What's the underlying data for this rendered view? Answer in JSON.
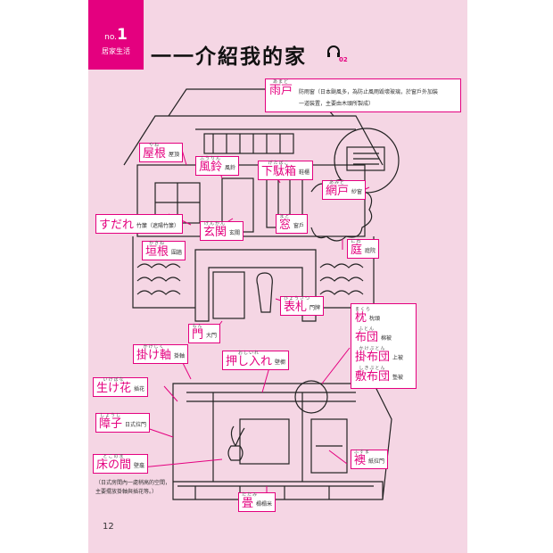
{
  "header": {
    "no_prefix": "no.",
    "no_number": "1",
    "category": "居家生活",
    "title": "一一介紹我的家",
    "audio_track": "02"
  },
  "page_number": "12",
  "labels": {
    "amado": {
      "term": "雨戸",
      "furigana": "あまど",
      "desc_line1": "防雨窗（日本颱風多，為防止風雨毀壞玻璃，於窗戶外加裝",
      "desc_line2": "一道裝置，主要由木頭所製成）"
    },
    "yane": {
      "term": "屋根",
      "furigana": "やね",
      "translation": "屋頂"
    },
    "furin": {
      "term": "風鈴",
      "furigana": "ふうりん",
      "translation": "風鈴"
    },
    "getabako": {
      "term": "下駄箱",
      "furigana": "げたばこ",
      "translation": "鞋櫃"
    },
    "amido": {
      "term": "網戸",
      "furigana": "あみど",
      "translation": "紗窗"
    },
    "sudare": {
      "term": "すだれ",
      "translation": "竹簾（遮陽竹簾）"
    },
    "genkan": {
      "term": "玄関",
      "furigana": "げんかん",
      "translation": "玄關"
    },
    "mado": {
      "term": "窓",
      "furigana": "まど",
      "translation": "窗戶"
    },
    "niwa": {
      "term": "庭",
      "furigana": "にわ",
      "translation": "庭院"
    },
    "kakine": {
      "term": "垣根",
      "furigana": "かきね",
      "translation": "圍牆"
    },
    "hyousatsu": {
      "term": "表札",
      "furigana": "ひょうさつ",
      "translation": "門牌"
    },
    "mon": {
      "term": "門",
      "furigana": "もん",
      "translation": "大門"
    },
    "makura": {
      "term": "枕",
      "furigana": "まくら",
      "translation": "枕頭"
    },
    "futon": {
      "term": "布団",
      "furigana": "ふとん",
      "translation": "棉被"
    },
    "kakebuton": {
      "term": "掛布団",
      "furigana": "かけぶとん",
      "translation": "上被"
    },
    "shikibuton": {
      "term": "敷布団",
      "furigana": "しきぶとん",
      "translation": "墊被"
    },
    "kakejiku": {
      "term": "掛け軸",
      "furigana": "かけじく",
      "translation": "掛軸"
    },
    "oshiire": {
      "term": "押し入れ",
      "furigana": "おしいれ",
      "translation": "壁櫥"
    },
    "ikebana": {
      "term": "生け花",
      "furigana": "いけばな",
      "translation": "插花"
    },
    "shouji": {
      "term": "障子",
      "furigana": "しょうじ",
      "translation": "日式拉門"
    },
    "tokonoma": {
      "term": "床の間",
      "furigana": "とこのま",
      "translation": "壁龕",
      "note_line1": "（日式房間內一處稍高的空間，",
      "note_line2": "主要擺放掛軸與插花等。）"
    },
    "fusuma": {
      "term": "襖",
      "furigana": "ふすま",
      "translation": "紙拉門"
    },
    "tatami": {
      "term": "畳",
      "furigana": "たたみ",
      "translation": "榻榻米"
    }
  },
  "colors": {
    "accent": "#e4007f",
    "page_bg": "#f5d6e4",
    "ink": "#111111"
  }
}
